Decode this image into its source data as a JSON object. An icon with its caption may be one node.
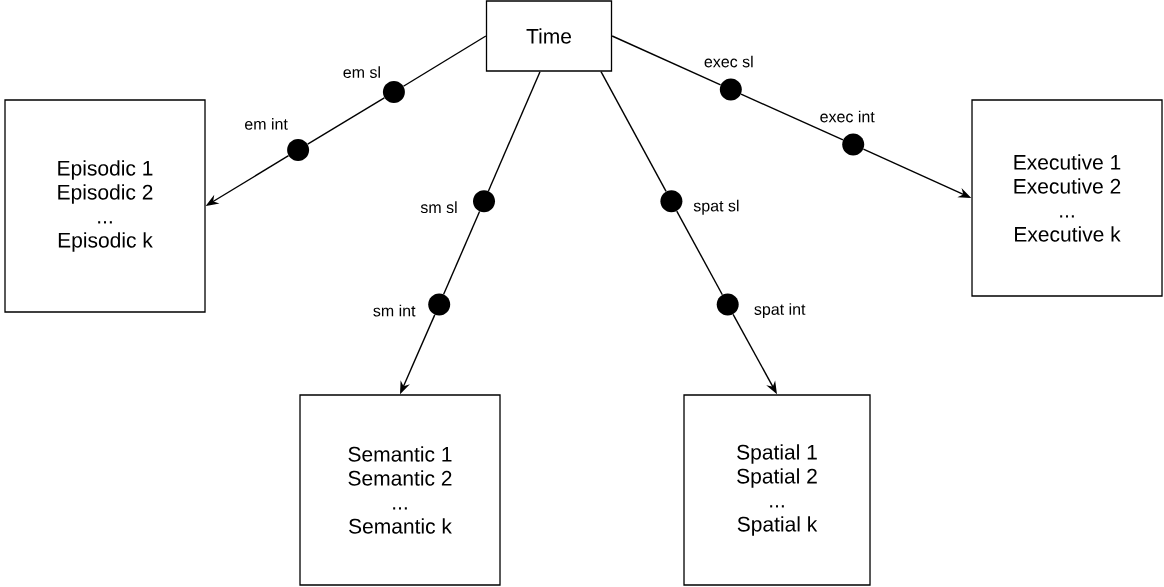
{
  "diagram": {
    "nodes": [
      {
        "text": [
          "Time"
        ]
      },
      {
        "text": [
          "Episodic 1",
          "Episodic 2",
          "...",
          "Episodic k"
        ]
      },
      {
        "text": [
          "Semantic 1",
          "Semantic 2",
          "...",
          "Semantic k"
        ]
      },
      {
        "text": [
          "Spatial 1",
          "Spatial 2",
          "...",
          "Spatial k"
        ]
      },
      {
        "text": [
          "Executive 1",
          "Executive 2",
          "...",
          "Executive k"
        ]
      },
      {
        "text": [],
        "shape": "circle",
        "beside": [
          "em sl"
        ]
      },
      {
        "text": [],
        "shape": "circle",
        "beside": [
          "em int"
        ]
      },
      {
        "text": [],
        "shape": "circle",
        "beside": [
          "sm sl"
        ]
      },
      {
        "text": [],
        "shape": "circle",
        "beside": [
          "sm int"
        ]
      },
      {
        "text": [],
        "shape": "circle",
        "beside": [
          "spat sl"
        ]
      },
      {
        "text": [],
        "shape": "circle",
        "beside": [
          "spat int"
        ]
      },
      {
        "text": [],
        "shape": "circle",
        "beside": [
          "exec sl"
        ]
      },
      {
        "text": [],
        "shape": "circle",
        "beside": [
          "exec int"
        ]
      }
    ],
    "edges": [
      {
        "from": 0,
        "to": 5,
        "arrow": "none"
      },
      {
        "from": 5,
        "to": 6,
        "arrow": "none"
      },
      {
        "from": 6,
        "to": 1,
        "arrow": "to"
      },
      {
        "from": 0,
        "to": 7,
        "arrow": "none"
      },
      {
        "from": 7,
        "to": 8,
        "arrow": "none"
      },
      {
        "from": 8,
        "to": 2,
        "arrow": "to"
      },
      {
        "from": 0,
        "to": 9,
        "arrow": "none"
      },
      {
        "from": 9,
        "to": 10,
        "arrow": "none"
      },
      {
        "from": 10,
        "to": 3,
        "arrow": "to"
      },
      {
        "from": 0,
        "to": 11,
        "arrow": "none"
      },
      {
        "from": 11,
        "to": 12,
        "arrow": "none"
      },
      {
        "from": 12,
        "to": 4,
        "arrow": "to"
      }
    ]
  }
}
